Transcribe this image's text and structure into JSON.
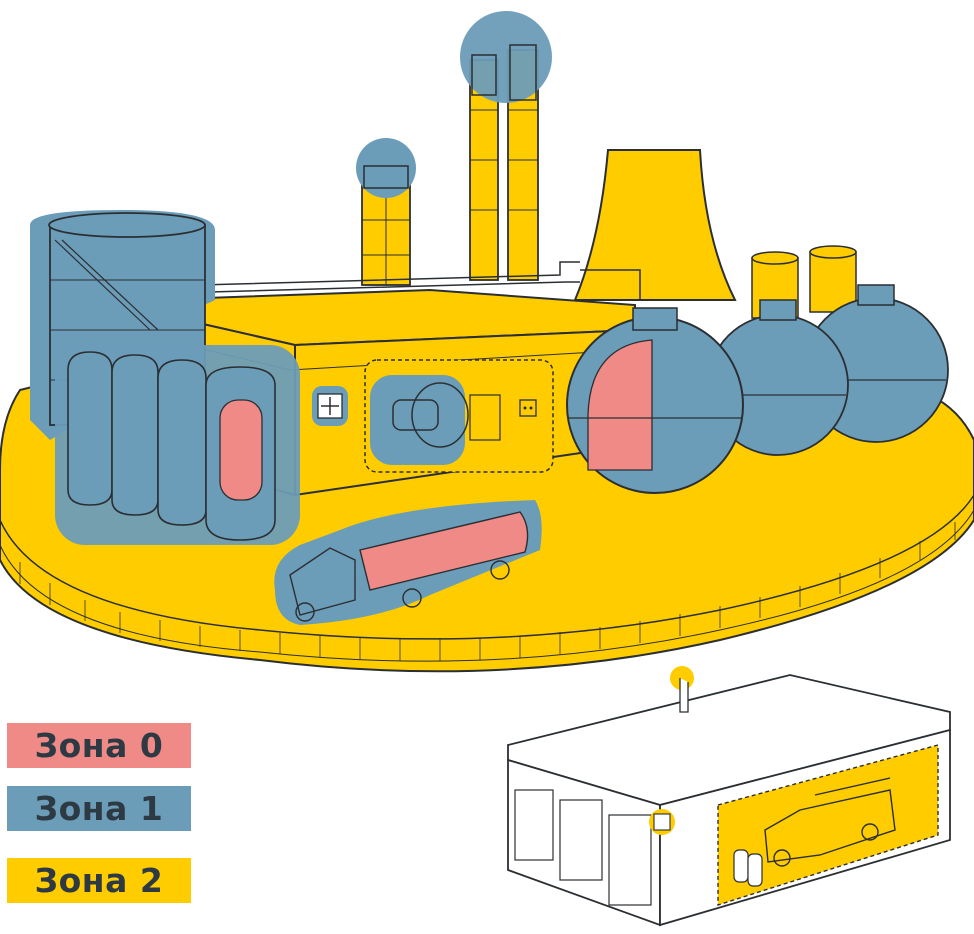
{
  "colors": {
    "zone0": "#ef8a86",
    "zone1": "#6b9cb8",
    "zone2": "#ffcc00",
    "outline": "#2b2f33",
    "building_wall": "#ffffff"
  },
  "legend": [
    {
      "label": "Зона 0",
      "color": "#ef8a86"
    },
    {
      "label": "Зона 1",
      "color": "#6b9cb8"
    },
    {
      "label": "Зона 2",
      "color": "#ffcc00"
    }
  ],
  "icons": {
    "fan": "ventilation-fan-icon",
    "socket": "electrical-socket-icon",
    "gas_cylinder": "gas-cylinder-icon",
    "fire_truck": "fire-truck-icon",
    "tanker_truck": "tanker-truck-icon"
  }
}
